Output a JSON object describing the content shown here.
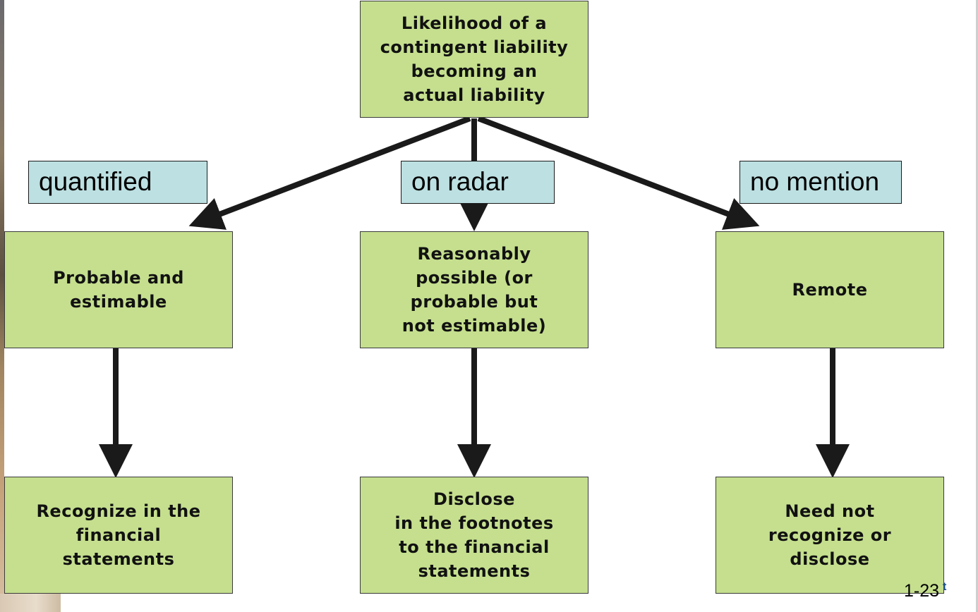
{
  "diagram": {
    "root": "Likelihood of a\ncontingent liability\nbecoming an\nactual liability",
    "branch_labels": {
      "left": "quantified",
      "center": "on radar",
      "right": "no mention"
    },
    "categories": {
      "left": "Probable and\nestimable",
      "center": "Reasonably\npossible (or\nprobable but\nnot estimable)",
      "right": "Remote"
    },
    "outcomes": {
      "left": "Recognize in the\nfinancial\nstatements",
      "center": "Disclose\nin the footnotes\nto the financial\nstatements",
      "right": "Need not\nrecognize or\ndisclose"
    }
  },
  "footer": {
    "slide_number": "1-23",
    "corner_mark": "t"
  },
  "colors": {
    "box_fill": "#c5df8e",
    "label_fill": "#bde0e2",
    "arrow": "#1a1a1a"
  }
}
